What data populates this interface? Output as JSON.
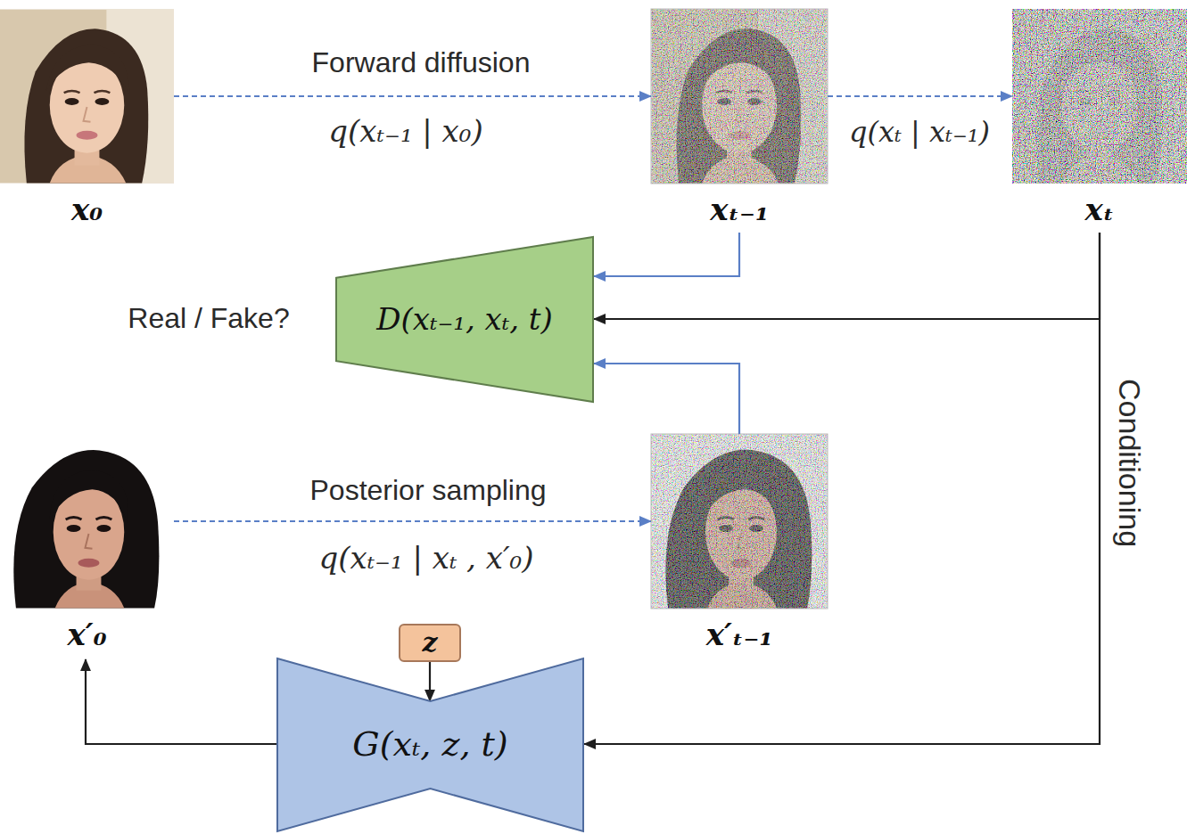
{
  "diagram": {
    "nodes": [
      {
        "text": [
          "x₀"
        ]
      },
      {
        "text": [
          "xₜ₋₁"
        ]
      },
      {
        "text": [
          "xₜ"
        ]
      },
      {
        "text": [
          "D(xₜ₋₁, xₜ, t)"
        ]
      },
      {
        "text": [
          "x′₀"
        ]
      },
      {
        "text": [
          "x′ₜ₋₁"
        ]
      },
      {
        "text": [
          "z"
        ]
      },
      {
        "text": [
          "G(xₜ, z, t)"
        ]
      }
    ],
    "edges": [
      {
        "from": 0,
        "to": 1,
        "arrow": "to",
        "label": "Forward diffusion"
      },
      {
        "from": 1,
        "to": 2,
        "arrow": "to",
        "label": "q(xₜ | xₜ₋₁)"
      },
      {
        "from": 1,
        "to": 3,
        "arrow": "to"
      },
      {
        "from": 2,
        "to": 3,
        "arrow": "to"
      },
      {
        "from": 5,
        "to": 3,
        "arrow": "to"
      },
      {
        "from": 4,
        "to": 5,
        "arrow": "to",
        "label": "Posterior sampling"
      },
      {
        "from": 2,
        "to": 7,
        "arrow": "to",
        "label": "Conditioning"
      },
      {
        "from": 7,
        "to": 4,
        "arrow": "to"
      },
      {
        "from": 6,
        "to": 7,
        "arrow": "to"
      }
    ],
    "labels": [
      "q(xₜ₋₁ | x₀)",
      "Real / Fake?",
      "q(xₜ₋₁ | xₜ , x′₀)"
    ]
  }
}
